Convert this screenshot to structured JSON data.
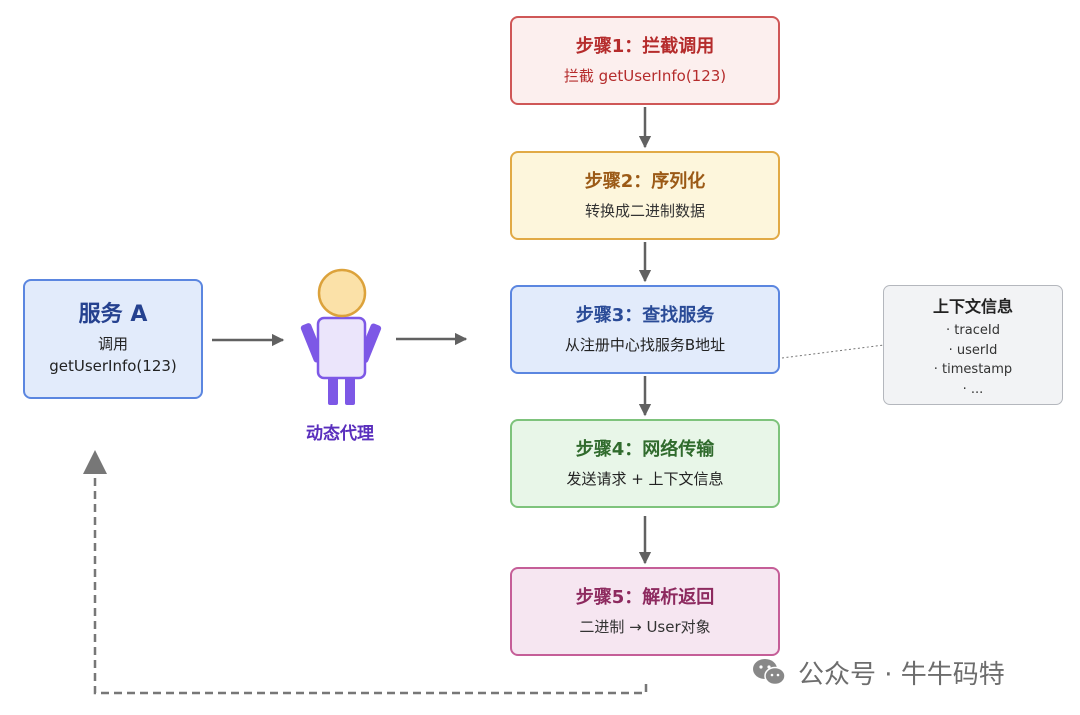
{
  "service_a": {
    "title": "服务 A",
    "line1": "调用",
    "line2": "getUserInfo(123)"
  },
  "proxy": {
    "label": "动态代理"
  },
  "steps": [
    {
      "title": "步骤1：拦截调用",
      "desc": "拦截 getUserInfo(123)"
    },
    {
      "title": "步骤2：序列化",
      "desc": "转换成二进制数据"
    },
    {
      "title": "步骤3：查找服务",
      "desc": "从注册中心找服务B地址"
    },
    {
      "title": "步骤4：网络传输",
      "desc": "发送请求 + 上下文信息"
    },
    {
      "title": "步骤5：解析返回",
      "desc": "二进制 → User对象"
    }
  ],
  "context": {
    "title": "上下文信息",
    "items": [
      "· traceId",
      "· userId",
      "· timestamp",
      "· ..."
    ]
  },
  "watermark": {
    "text": "公众号 · 牛牛码特"
  },
  "colors": {
    "arrow": "#616161",
    "robot_body": "#ebe5fb",
    "robot_limbs": "#7d58e6",
    "robot_head": "#fbe1a8"
  }
}
